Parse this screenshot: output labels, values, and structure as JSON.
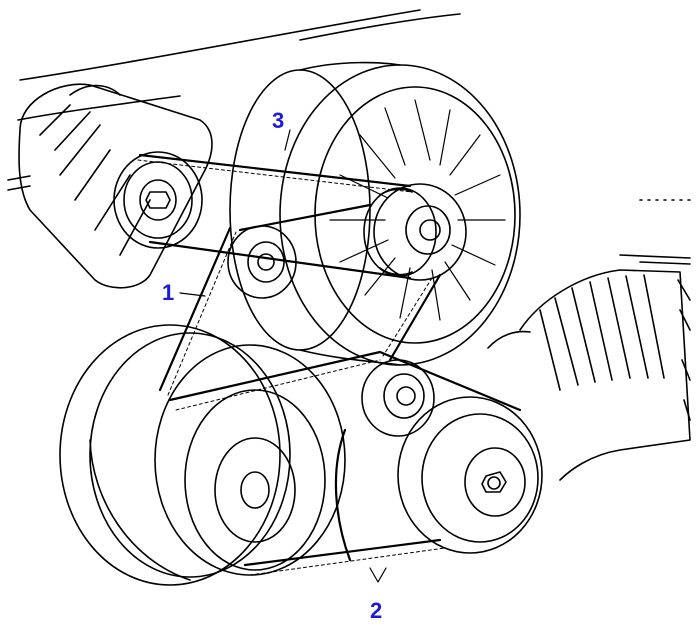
{
  "diagram": {
    "callouts": [
      {
        "id": "1",
        "text": "1"
      },
      {
        "id": "2",
        "text": "2"
      },
      {
        "id": "3",
        "text": "3"
      }
    ],
    "colors": {
      "callout": "#1a1adc",
      "line": "#000000",
      "background": "#ffffff"
    }
  }
}
